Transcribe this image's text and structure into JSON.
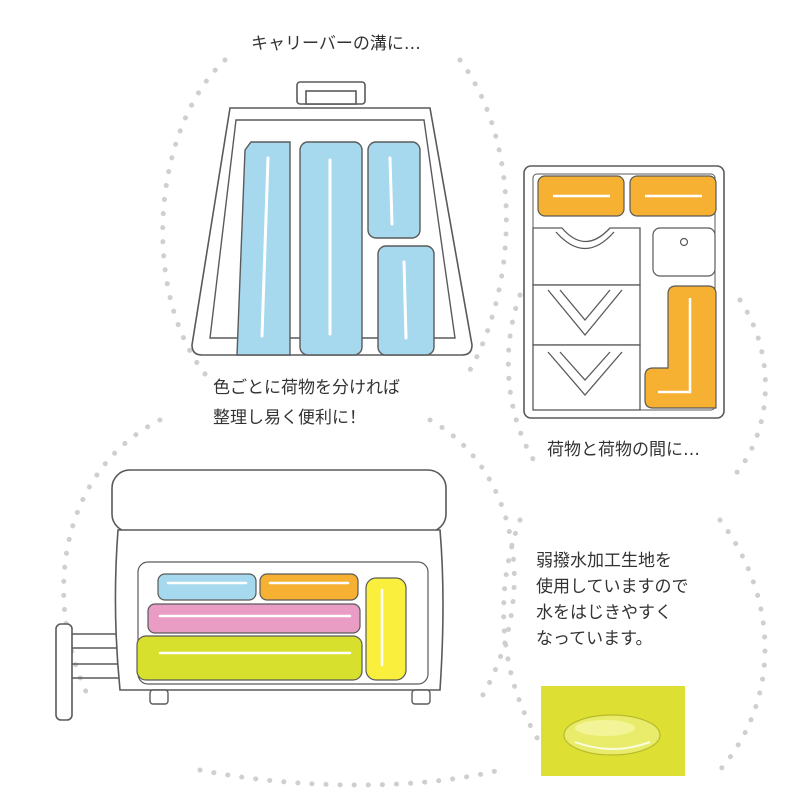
{
  "captions": {
    "carry_bar": "キャリーバーの溝に…",
    "color_sort_line1": "色ごとに荷物を分ければ",
    "color_sort_line2": "整理し易く便利に！",
    "between_items": "荷物と荷物の間に…",
    "water_line1": "弱撥水加工生地を",
    "water_line2": "使用していますので",
    "water_line3": "水をはじきやすく",
    "water_line4": "なっています。"
  },
  "colors": {
    "blue": "#a6d8ee",
    "orange": "#f6b133",
    "pink": "#e99dc4",
    "lime": "#d7e12d",
    "yellow": "#f9ef3c",
    "gray_outline": "#5a5a5a",
    "dots": "#cccccc",
    "swatch": "#dde033"
  },
  "icons": [
    "suitcase-handle-icon",
    "tshirt-icon",
    "dress-shirt-icon",
    "water-droplet-icon"
  ]
}
